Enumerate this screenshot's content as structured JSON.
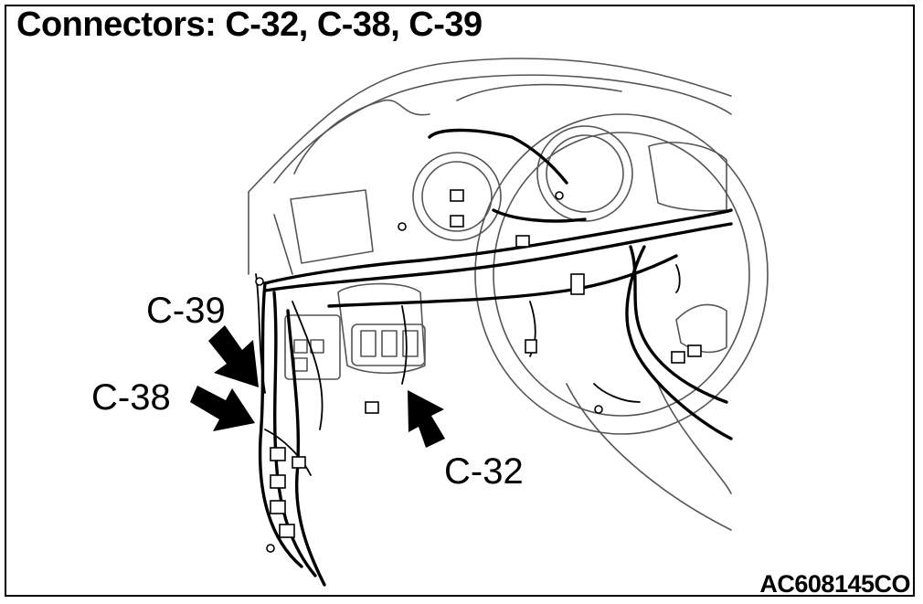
{
  "diagram": {
    "title": "Connectors: C-32, C-38, C-39",
    "figure_id": "AC608145CO",
    "callouts": [
      {
        "id": "c39",
        "label": "C-39"
      },
      {
        "id": "c38",
        "label": "C-38"
      },
      {
        "id": "c32",
        "label": "C-32"
      }
    ]
  }
}
